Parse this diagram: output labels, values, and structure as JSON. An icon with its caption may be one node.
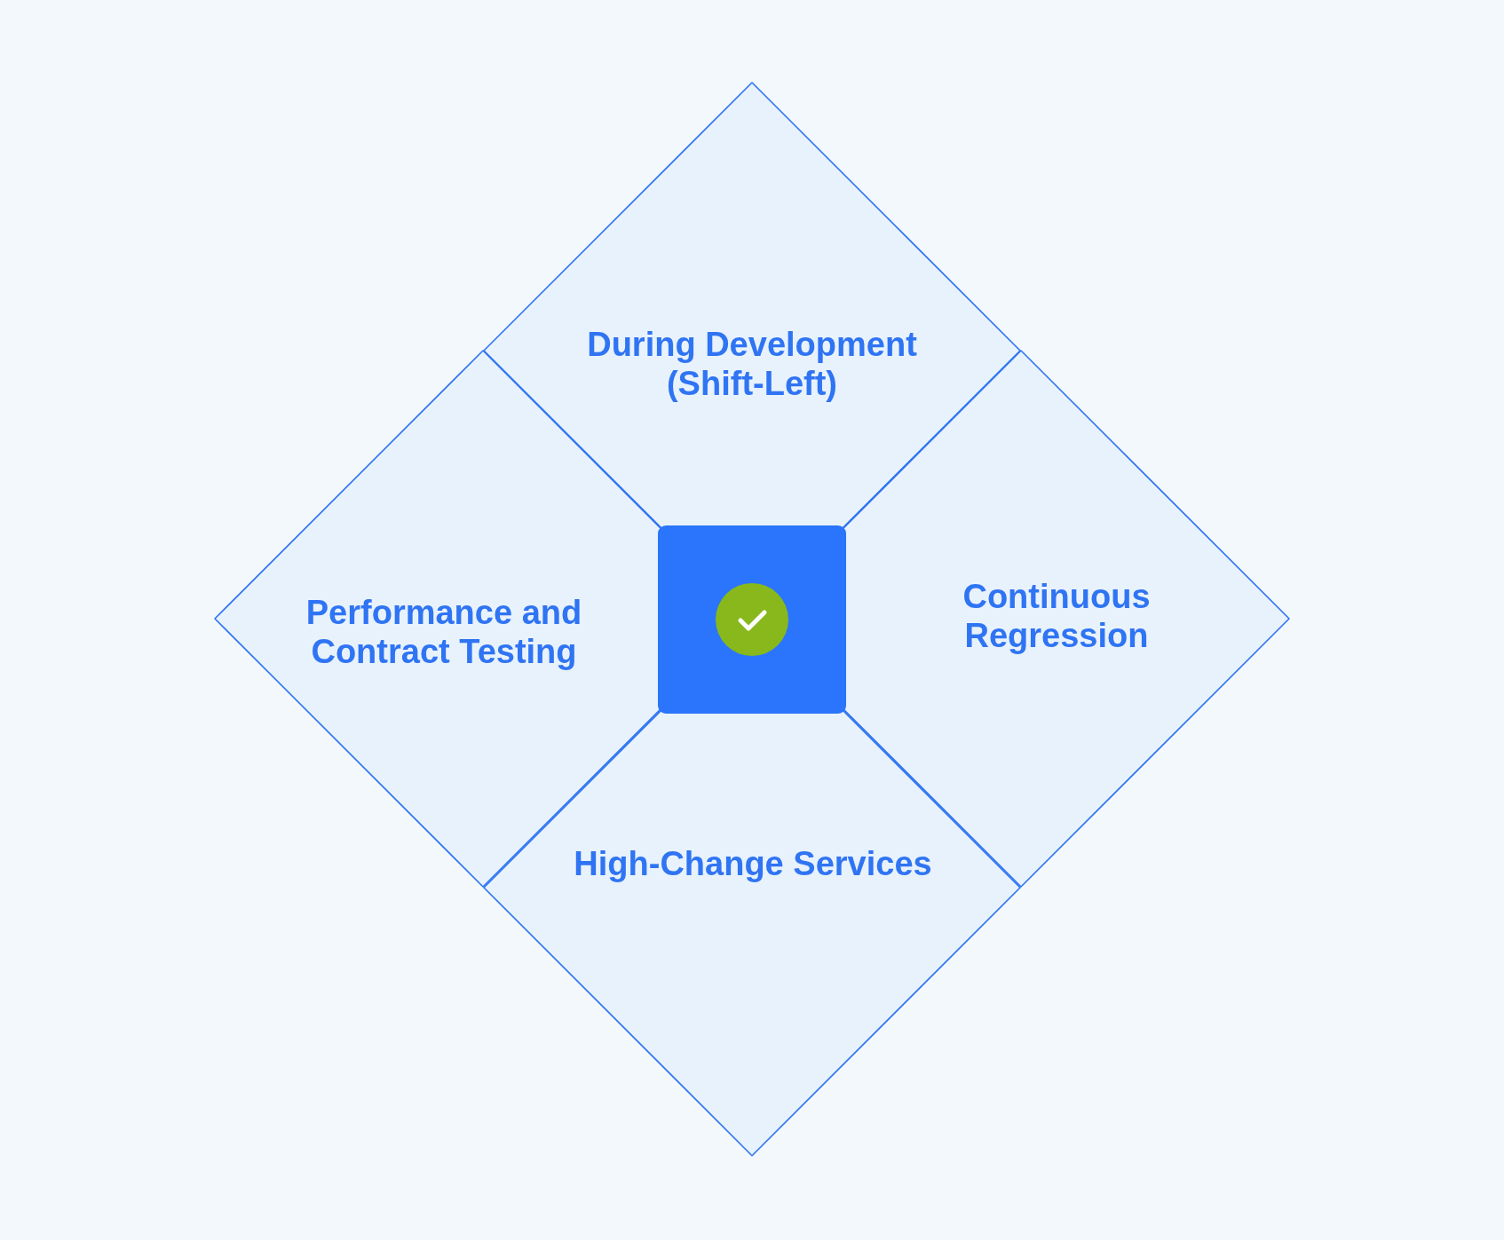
{
  "diagram": {
    "nodes": [
      {
        "text": [
          "During Development (Shift-Left)"
        ]
      },
      {
        "text": [
          "Performance and Contract Testing"
        ]
      },
      {
        "text": [
          "Continuous Regression"
        ]
      },
      {
        "text": [
          "High-Change Services"
        ]
      },
      {
        "text": [],
        "shape": "box"
      }
    ]
  }
}
